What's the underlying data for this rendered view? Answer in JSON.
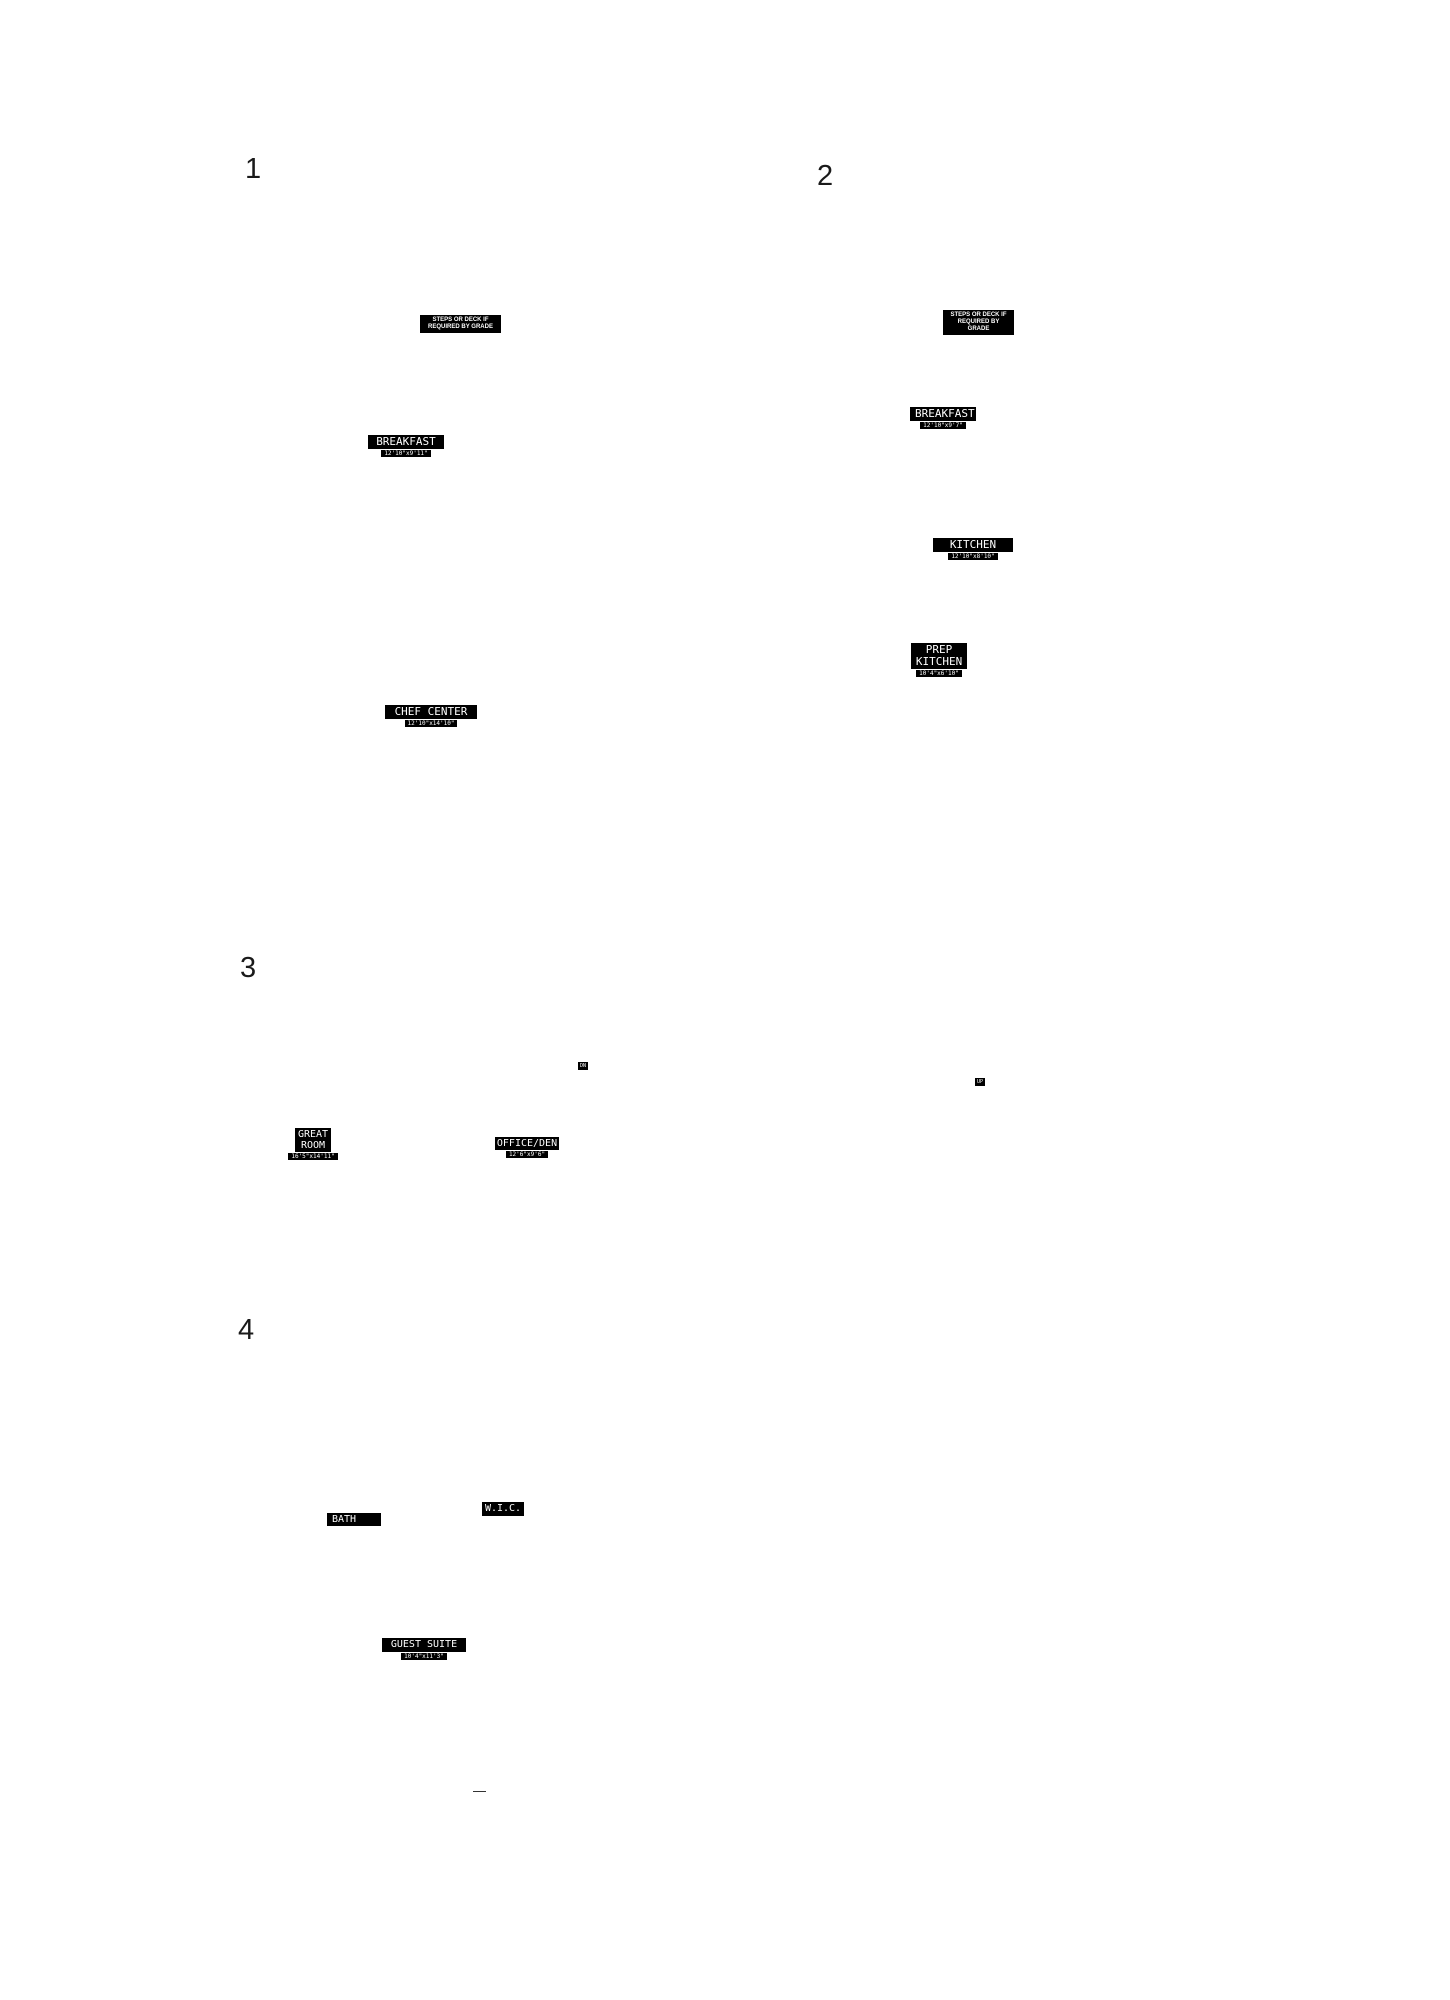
{
  "options": [
    "1",
    "2",
    "3",
    "4"
  ],
  "notes": {
    "steps_1": "STEPS OR DECK IF\nREQUIRED BY GRADE",
    "steps_2": "STEPS OR DECK IF\nREQUIRED BY GRADE"
  },
  "rooms": {
    "breakfast_1": {
      "name": "BREAKFAST",
      "dim": "12'10\"x9'11\""
    },
    "chef_center": {
      "name": "CHEF CENTER",
      "dim": "12'10\"x14'10\""
    },
    "breakfast_2": {
      "name": "BREAKFAST",
      "dim": "12'10\"x9'7\""
    },
    "kitchen": {
      "name": "KITCHEN",
      "dim": "12'10\"x8'10\""
    },
    "prep_kitchen": {
      "name": "PREP\nKITCHEN",
      "dim": "10'4\"x6'10\""
    },
    "great_room": {
      "name": "GREAT\nROOM",
      "dim": "16'5\"x14'11\""
    },
    "office_den": {
      "name": "OFFICE/DEN",
      "dim": "12'6\"x9'6\""
    },
    "bath": {
      "name": "BATH"
    },
    "wic": {
      "name": "W.I.C."
    },
    "guest_suite": {
      "name": "GUEST SUITE",
      "dim": "10'4\"x11'3\""
    }
  },
  "stairs": {
    "down": "DN",
    "up": "UP"
  }
}
